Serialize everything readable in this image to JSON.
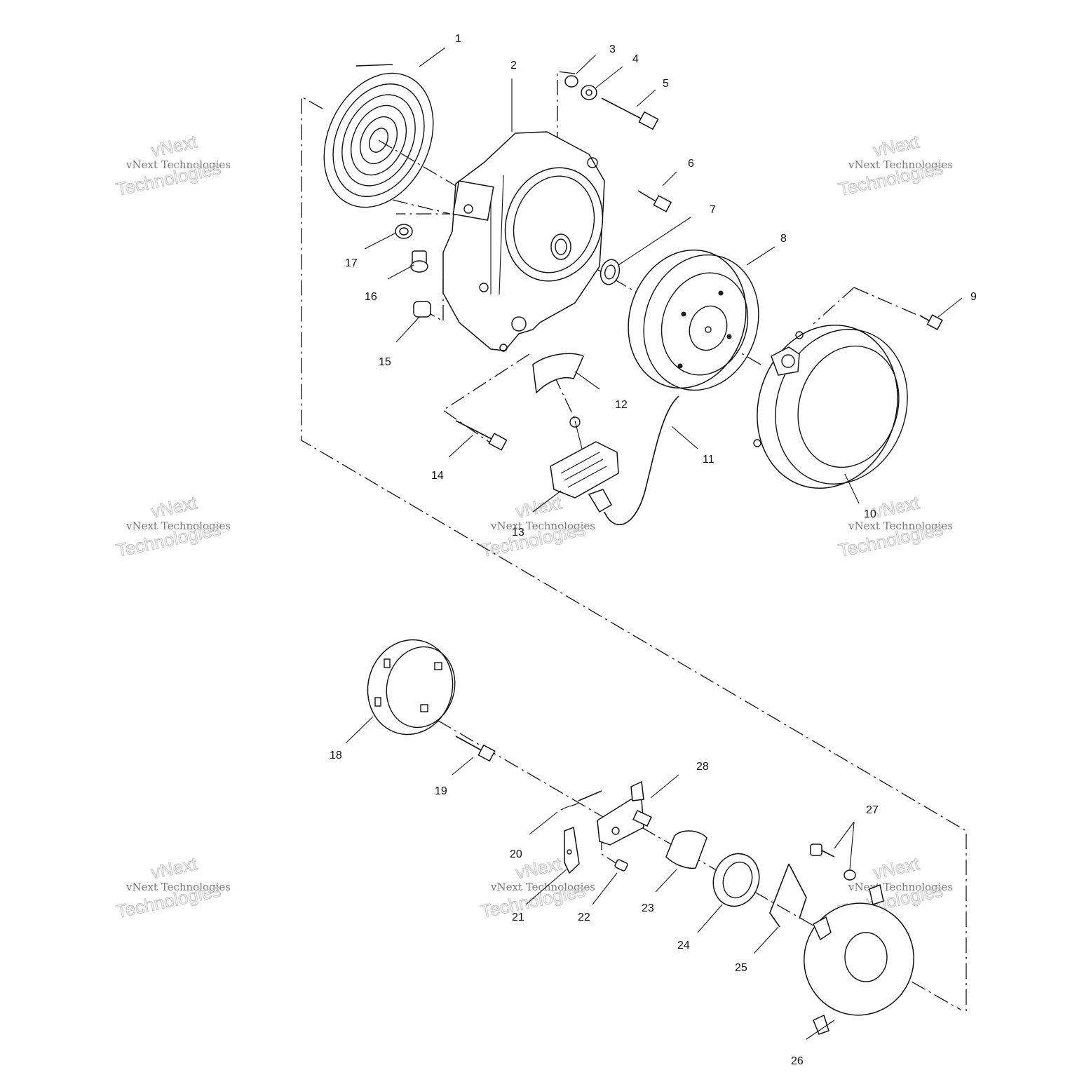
{
  "diagram": {
    "part_numbers": [
      "1",
      "2",
      "3",
      "4",
      "5",
      "6",
      "7",
      "8",
      "9",
      "10",
      "11",
      "12",
      "13",
      "14",
      "15",
      "16",
      "17",
      "18",
      "19",
      "20",
      "21",
      "22",
      "23",
      "24",
      "25",
      "26",
      "27",
      "28"
    ],
    "watermark_line1": "vNext Technologies",
    "watermark_line2": "vNext",
    "watermark_line3": "Technologies",
    "colors": {
      "ink": "#111111",
      "watermark": "#c8c8c8",
      "background": "#ffffff"
    }
  }
}
